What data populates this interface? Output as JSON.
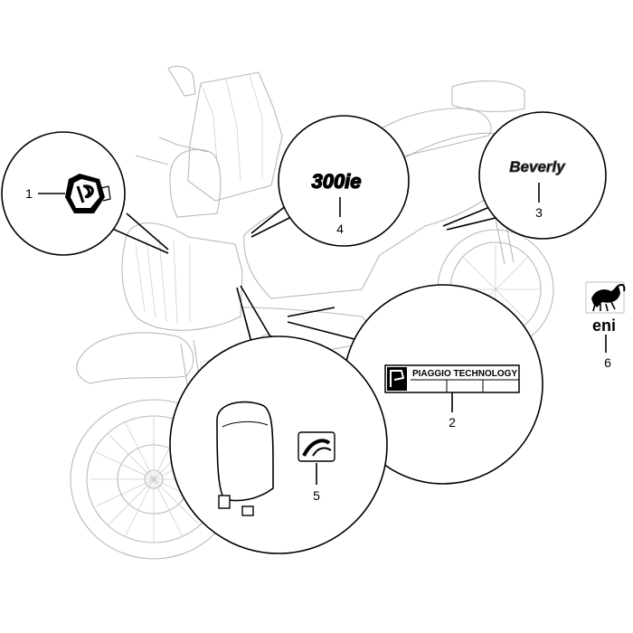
{
  "callouts": {
    "c1": "1",
    "c2": "2",
    "c3": "3",
    "c4": "4",
    "c5": "5",
    "c6": "6"
  },
  "decals": {
    "model_badge": "300ie",
    "brand_script": "Beverly",
    "tech_plate": "PIAGGIO TECHNOLOGY",
    "eni_logo": "eni"
  },
  "colors": {
    "outline": "#000000",
    "ghost": "#b9b9b9",
    "background": "#ffffff"
  },
  "icons": {
    "piaggio_badge": "piaggio-shield-icon",
    "eni_dog": "eni-six-legged-dog-icon",
    "tech_logo": "piaggio-p-logo-icon",
    "side_decal": "curved-stripe-icon"
  }
}
